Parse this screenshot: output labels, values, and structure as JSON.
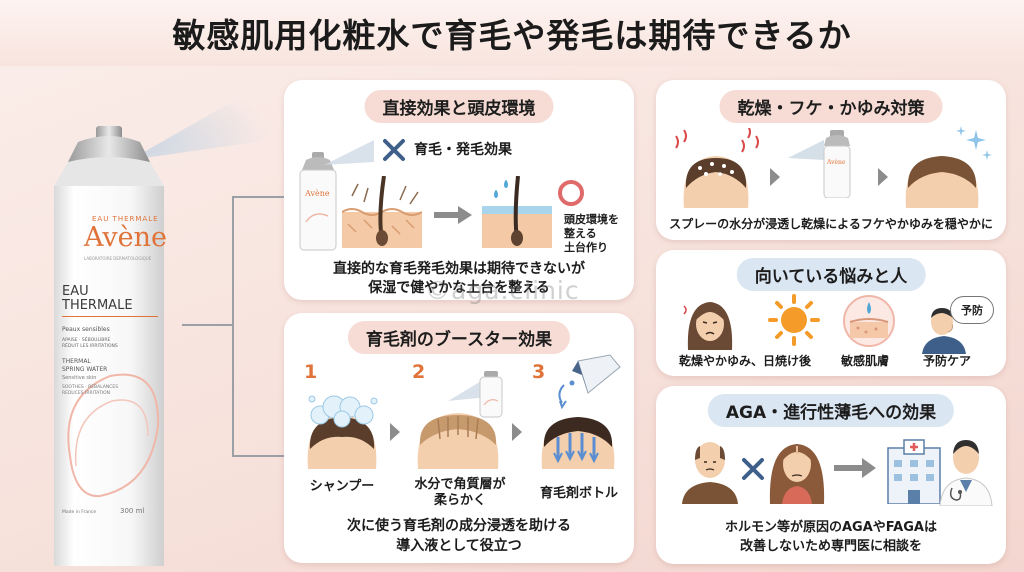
{
  "header": {
    "title": "敏感肌用化粧水で育毛や発毛は期待できるか"
  },
  "can": {
    "brand_small": "EAU THERMALE",
    "brand": "Avène",
    "sub_brand": "LABORATOIRE DERMATOLOGIQUE",
    "product_line1": "EAU",
    "product_line2": "THERMALE",
    "skin": "Peaux sensibles",
    "fr_line1": "APAISE · SÉBOULIBRE",
    "fr_line2": "RÉDUIT LES IRRITATIONS",
    "en_line1": "THERMAL",
    "en_line2": "SPRING WATER",
    "en_line3": "Sensitive skin",
    "en_line4": "SOOTHES · REBALANCES",
    "en_line5": "REDUCES IRRITATION",
    "made_in": "Made in France",
    "volume": "300 ml"
  },
  "direct_card": {
    "title": "直接効果と頭皮環境",
    "cross_label": "育毛・発毛効果",
    "env_note_line1": "頭皮環境を",
    "env_note_line2": "整える",
    "env_note_line3": "土台作り",
    "caption_line1": "直接的な育毛発毛効果は期待できないが",
    "caption_line2": "保湿で健やかな土台を整える"
  },
  "booster_card": {
    "title": "育毛剤のブースター効果",
    "steps": [
      {
        "num": "1",
        "label_line1": "シャンプー",
        "label_line2": ""
      },
      {
        "num": "2",
        "label_line1": "水分で角質層が",
        "label_line2": "柔らかく"
      },
      {
        "num": "3",
        "label_line1": "育毛剤ボトル",
        "label_line2": ""
      }
    ],
    "caption_line1": "次に使う育毛剤の成分浸透を助ける",
    "caption_line2": "導入液として役立つ"
  },
  "dry_card": {
    "title": "乾燥・フケ・かゆみ対策",
    "caption": "スプレーの水分が浸透し乾燥によるフケやかゆみを穏やかに"
  },
  "target_card": {
    "title": "向いている悩みと人",
    "items": [
      "乾燥やかゆみ、日焼け後",
      "敏感肌膚",
      "予防ケア"
    ],
    "bubble": "予防"
  },
  "aga_card": {
    "title": "AGA・進行性薄毛への効果",
    "caption_line1": "ホルモン等が原因のAGAやFAGAは",
    "caption_line2": "改善しないため専門医に相談を"
  },
  "watermark": "©aga.clinic",
  "colors": {
    "accent_orange": "#e0733a",
    "accent_coral": "#e05a5a",
    "accent_blue": "#4a6fa5",
    "pill_peach": "#f6dcd4",
    "pill_blue": "#dbe6f3",
    "background": "#f7e2dc"
  }
}
